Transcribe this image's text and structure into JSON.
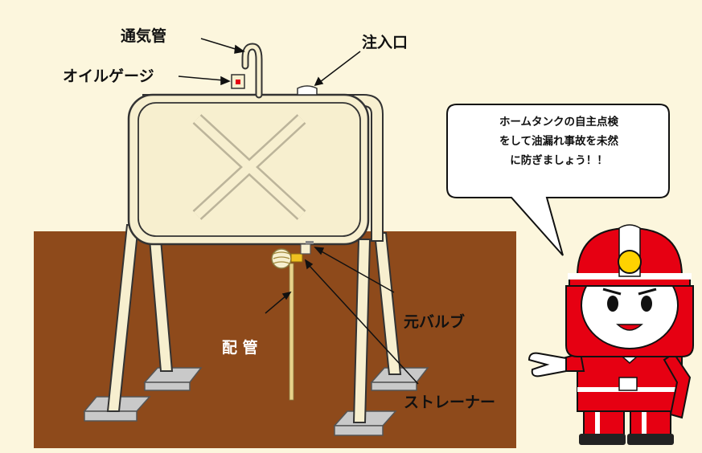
{
  "labels": {
    "vent_pipe": "通気管",
    "inlet": "注入口",
    "oil_gauge": "オイルゲージ",
    "main_valve": "元バルブ",
    "piping": "配 管",
    "strainer": "ストレーナー"
  },
  "speech_bubble": {
    "lines": [
      "ホームタンクの自主点検",
      "をして油漏れ事故を未然",
      "に防ぎましょう！！"
    ]
  },
  "colors": {
    "background": "#fcf6dd",
    "ground": "#8e4a1b",
    "tank": "#f7efcf",
    "helmet_red": "#e60012",
    "helmet_lamp": "#ffd200"
  }
}
